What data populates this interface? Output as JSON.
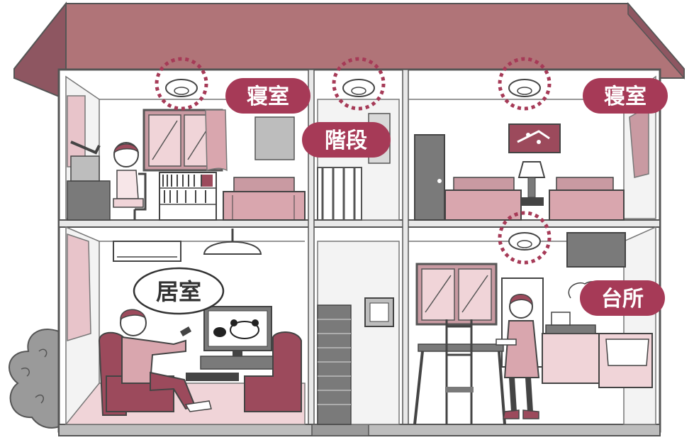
{
  "labels": {
    "bedroom_left": "寝室",
    "stairs": "階段",
    "bedroom_right": "寝室",
    "living": "居室",
    "kitchen": "台所"
  },
  "colors": {
    "roof": "#b07478",
    "accent": "#a63a57",
    "floor_pink": "#f0d4d8",
    "wall_line": "#555555",
    "furniture_pink": "#d9a6ae",
    "sofa": "#9c4a5c",
    "gray": "#7a7a7a"
  }
}
